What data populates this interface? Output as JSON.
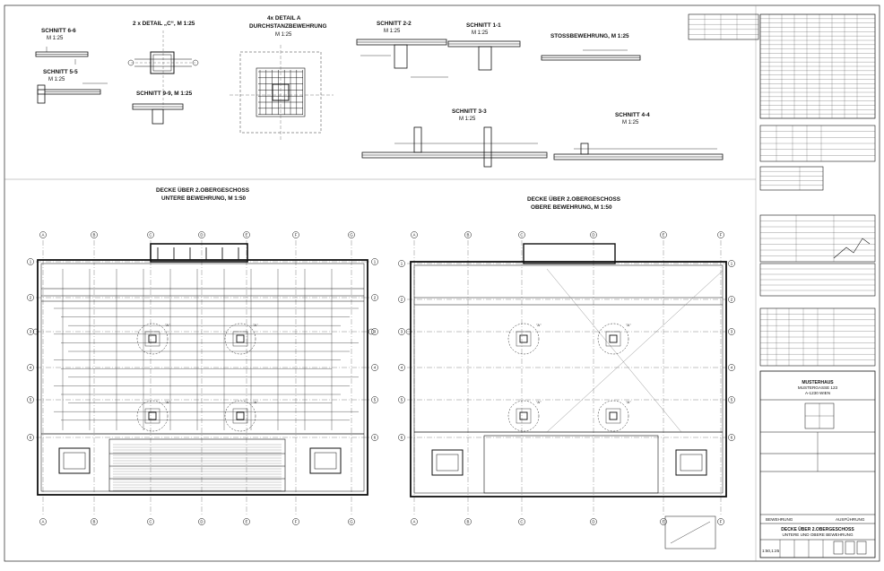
{
  "sections": {
    "schnitt_66": [
      "SCHNITT 6-6",
      "M 1:25"
    ],
    "schnitt_55": [
      "SCHNITT 5-5",
      "M 1:25"
    ],
    "detail_c": "2 x DETAIL „C“, M 1:25",
    "schnitt_99": "SCHNITT 9-9, M 1:25",
    "detail_a": [
      "4x DETAIL A",
      "DURCHSTANZBEWEHRUNG",
      "M 1:25"
    ],
    "schnitt_22": [
      "SCHNITT 2-2",
      "M 1:25"
    ],
    "schnitt_11": [
      "SCHNITT 1-1",
      "M 1:25"
    ],
    "stoss": "STOSSBEWEHRUNG, M 1:25",
    "schnitt_33": [
      "SCHNITT 3-3",
      "M 1:25"
    ],
    "schnitt_44": [
      "SCHNITT 4-4",
      "M 1:25"
    ]
  },
  "plans": {
    "left": [
      "DECKE ÜBER 2.OBERGESCHOSS",
      "UNTERE BEWEHRUNG, M 1:50"
    ],
    "right": [
      "DECKE ÜBER 2.OBERGESCHOSS",
      "OBERE BEWEHRUNG, M 1:50"
    ]
  },
  "axis_letters": [
    "A",
    "B",
    "C",
    "D",
    "E",
    "F",
    "G"
  ],
  "axis_numbers": [
    "1",
    "2",
    "3",
    "4",
    "5",
    "6"
  ],
  "column_marks": [
    "\"A\"",
    "\"A\"",
    "\"A\"",
    "\"A\""
  ],
  "title_block": {
    "project": [
      "MUSTERHAUS",
      "MUSTERGASSE 123",
      "A-1230 WIEN"
    ],
    "doc_type": "BEWEHRUNG",
    "phase": "AUSFÜHRUNG",
    "drawing_title": [
      "DECKE ÜBER 2.OBERGESCHOSS",
      "UNTERE UND OBERE BEWEHRUNG"
    ],
    "scale": "1:50,1:25"
  }
}
